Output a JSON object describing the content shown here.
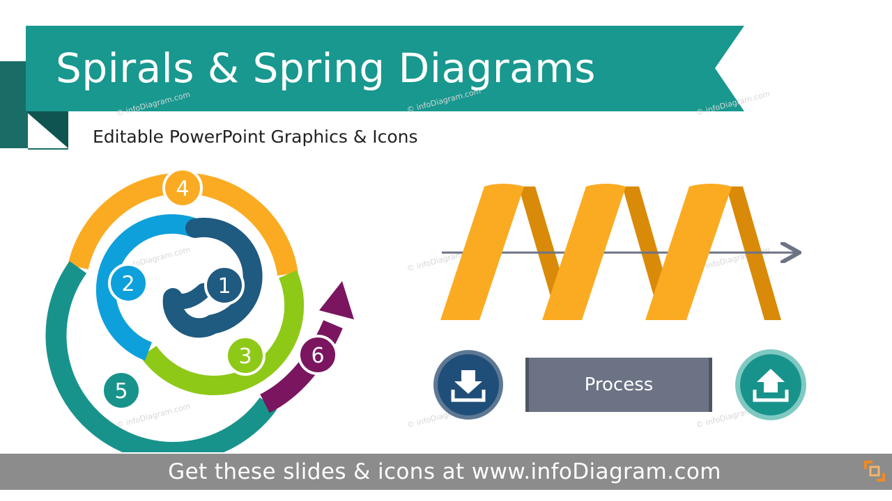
{
  "title": "Spirals & Spring Diagrams",
  "subtitle": "Editable PowerPoint Graphics & Icons",
  "spiral": {
    "steps": [
      "1",
      "2",
      "3",
      "4",
      "5",
      "6"
    ],
    "colors": {
      "step1": "#1f5a80",
      "step2": "#0ea0db",
      "step3": "#8ec918",
      "step4": "#fbab22",
      "step5": "#18938c",
      "step6": "#7b1560"
    }
  },
  "spring": {
    "front_color": "#fbab22",
    "back_color": "#d98a08",
    "arrow_color": "#6b7385"
  },
  "process": {
    "label": "Process",
    "download_icon_color": "#1f4e79",
    "upload_icon_color": "#18938c"
  },
  "ribbon_color": "#18988f",
  "footer": {
    "text": "Get these slides & icons at www.infoDiagram.com",
    "logo_color": "#f08a24"
  },
  "watermark": "© infoDiagram.com"
}
